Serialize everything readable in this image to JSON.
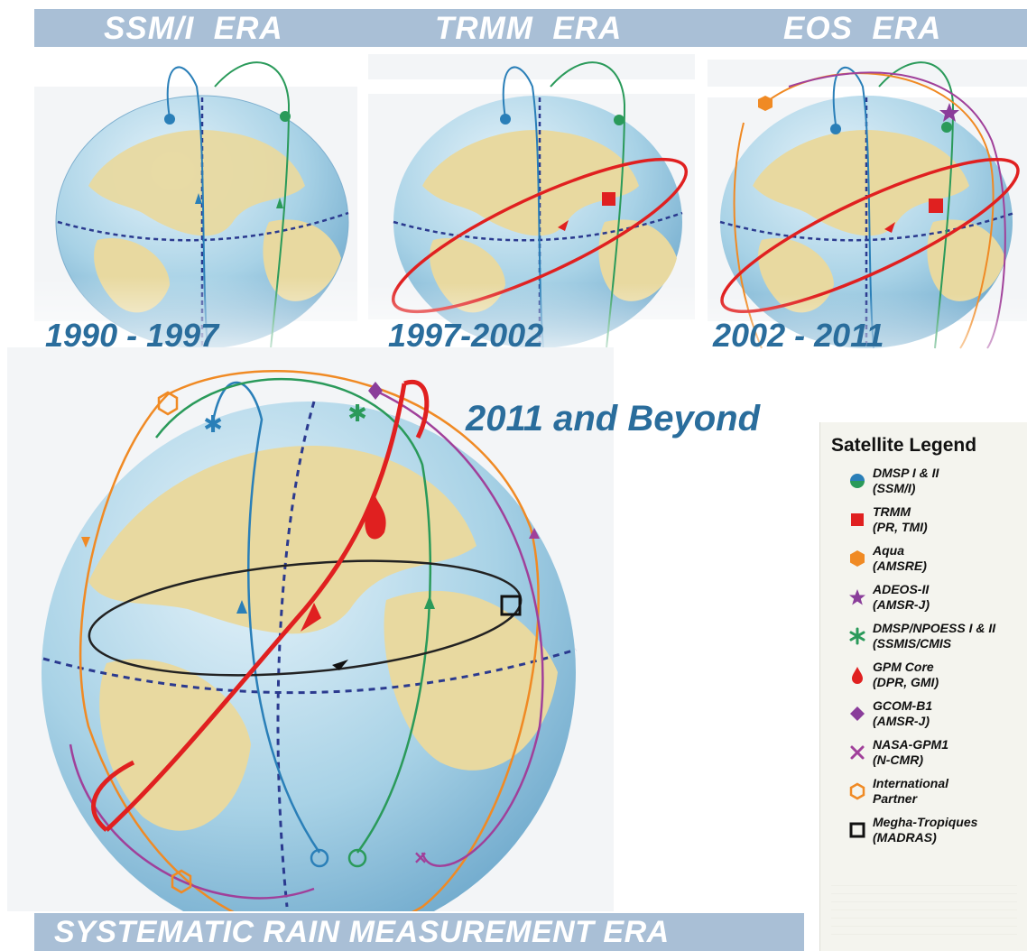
{
  "header": {
    "eras": [
      {
        "label": "SSM/I  ERA"
      },
      {
        "label": "TRMM  ERA"
      },
      {
        "label": "EOS  ERA"
      }
    ]
  },
  "panels": [
    {
      "years": "1990 - 1997"
    },
    {
      "years": "1997-2002"
    },
    {
      "years": "2002 - 2011"
    }
  ],
  "main": {
    "title": "2011 and Beyond"
  },
  "footer": {
    "title": "SYSTEMATIC RAIN MEASUREMENT ERA"
  },
  "legend": {
    "title": "Satellite Legend",
    "items": [
      {
        "name": "DMSP I & II",
        "sub": "(SSM/I)",
        "icon": "half-circle-blue-green-icon",
        "color": "#2a7fb8"
      },
      {
        "name": "TRMM",
        "sub": "(PR, TMI)",
        "icon": "red-square-icon",
        "color": "#e02020"
      },
      {
        "name": "Aqua",
        "sub": "(AMSRE)",
        "icon": "orange-hexagon-icon",
        "color": "#f08a24"
      },
      {
        "name": "ADEOS-II",
        "sub": "(AMSR-J)",
        "icon": "purple-star-icon",
        "color": "#8a3d9a"
      },
      {
        "name": "DMSP/NPOESS I & II",
        "sub": "(SSMIS/CMIS",
        "icon": "green-asterisk-icon",
        "color": "#2a9a5a"
      },
      {
        "name": "GPM Core",
        "sub": "(DPR, GMI)",
        "icon": "red-drop-icon",
        "color": "#e02020"
      },
      {
        "name": "GCOM-B1",
        "sub": "(AMSR-J)",
        "icon": "purple-diamond-icon",
        "color": "#8a3d9a"
      },
      {
        "name": "NASA-GPM1",
        "sub": "(N-CMR)",
        "icon": "purple-x-icon",
        "color": "#a0409a"
      },
      {
        "name": "International",
        "sub": "Partner",
        "icon": "orange-hexagon-outline-icon",
        "color": "#f08a24"
      },
      {
        "name": "Megha-Tropiques",
        "sub": "(MADRAS)",
        "icon": "black-square-outline-icon",
        "color": "#111111"
      }
    ]
  },
  "colors": {
    "era_bar": "#a9bfd6",
    "year_text": "#2a6d9c",
    "ocean": "#a9d3e6",
    "land": "#e8d9a0"
  }
}
